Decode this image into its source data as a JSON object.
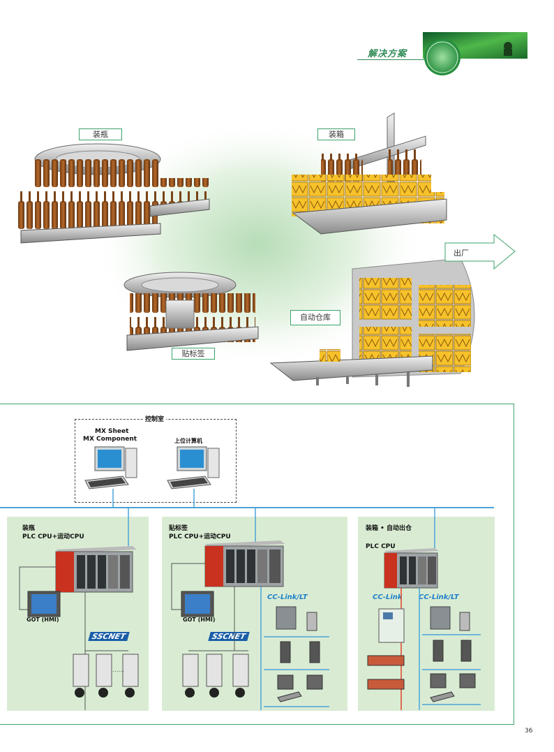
{
  "header": {
    "title": "解决方案"
  },
  "process": {
    "filling": "装瓶",
    "packing": "装箱",
    "shipping": "出厂",
    "warehouse": "自动仓库",
    "labeling": "贴标签"
  },
  "network": {
    "control_room": {
      "title": "控制室",
      "software_line1": "MX Sheet",
      "software_line2": "MX Component",
      "host_pc": "上位计算机"
    },
    "sections": [
      {
        "title": "装瓶",
        "cpu": "PLC CPU+运动CPU",
        "got": "GOT (HMI)",
        "sscnet": "SSCNET"
      },
      {
        "title": "贴标签",
        "cpu": "PLC CPU+运动CPU",
        "got": "GOT (HMI)",
        "sscnet": "SSCNET",
        "bus": "CC-Link/LT"
      },
      {
        "title": "装箱 • 自动出仓",
        "cpu": "PLC CPU",
        "bus1": "CC-Link",
        "bus2": "CC-Link/LT"
      }
    ]
  },
  "footer": {
    "page_number": "36"
  },
  "colors": {
    "accent_green": "#2f8a55",
    "panel_green": "#d9ecd3",
    "network_blue": "#4aa3d8",
    "bus_red": "#e0402a",
    "plc_red": "#c8321e"
  }
}
